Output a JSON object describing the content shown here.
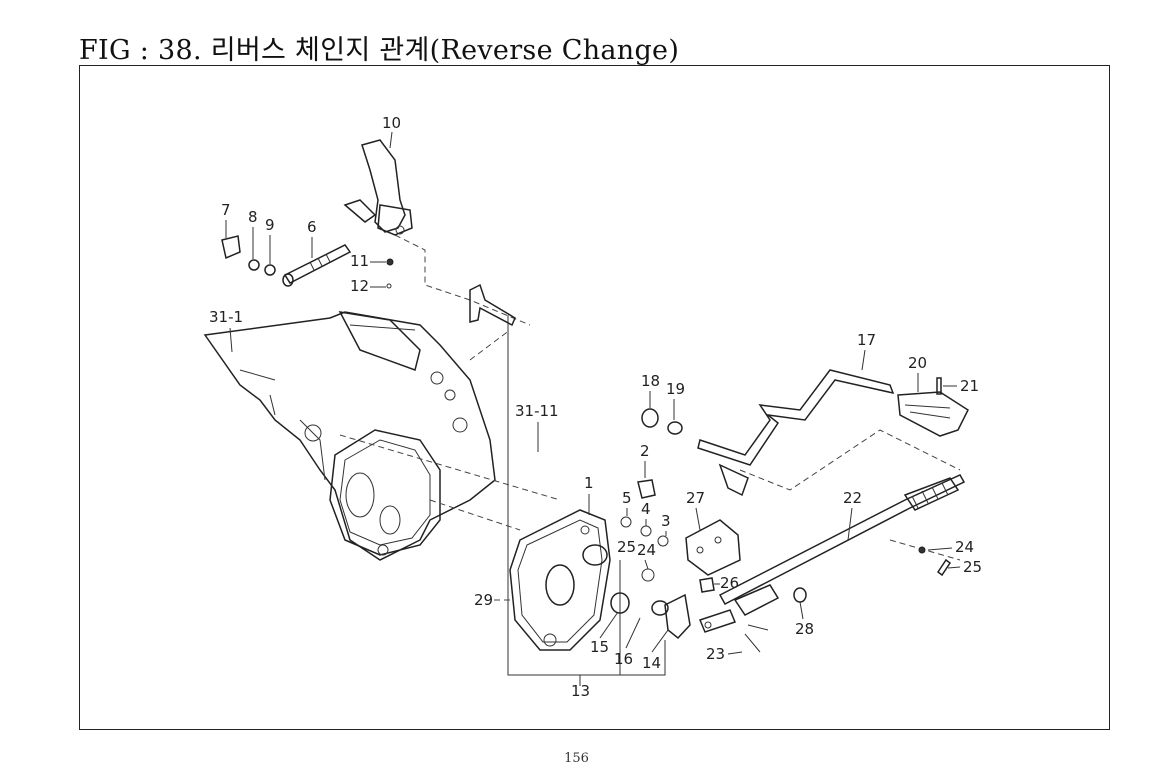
{
  "title": "FIG : 38. 리버스 체인지 관계(Reverse Change)",
  "page_number": "156",
  "callouts": {
    "c10": "10",
    "c7": "7",
    "c8": "8",
    "c9": "9",
    "c6": "6",
    "c11": "11",
    "c12": "12",
    "c31_1": "31-1",
    "c17": "17",
    "c20": "20",
    "c21": "21",
    "c18": "18",
    "c19": "19",
    "c31_11": "31-11",
    "c2": "2",
    "c1": "1",
    "c5": "5",
    "c4": "4",
    "c3": "3",
    "c27": "27",
    "c22": "22",
    "c25a": "25",
    "c24a": "24",
    "c24b": "24",
    "c25b": "25",
    "c26": "26",
    "c29": "29",
    "c15": "15",
    "c16": "16",
    "c14": "14",
    "c23": "23",
    "c28": "28",
    "c13": "13"
  }
}
